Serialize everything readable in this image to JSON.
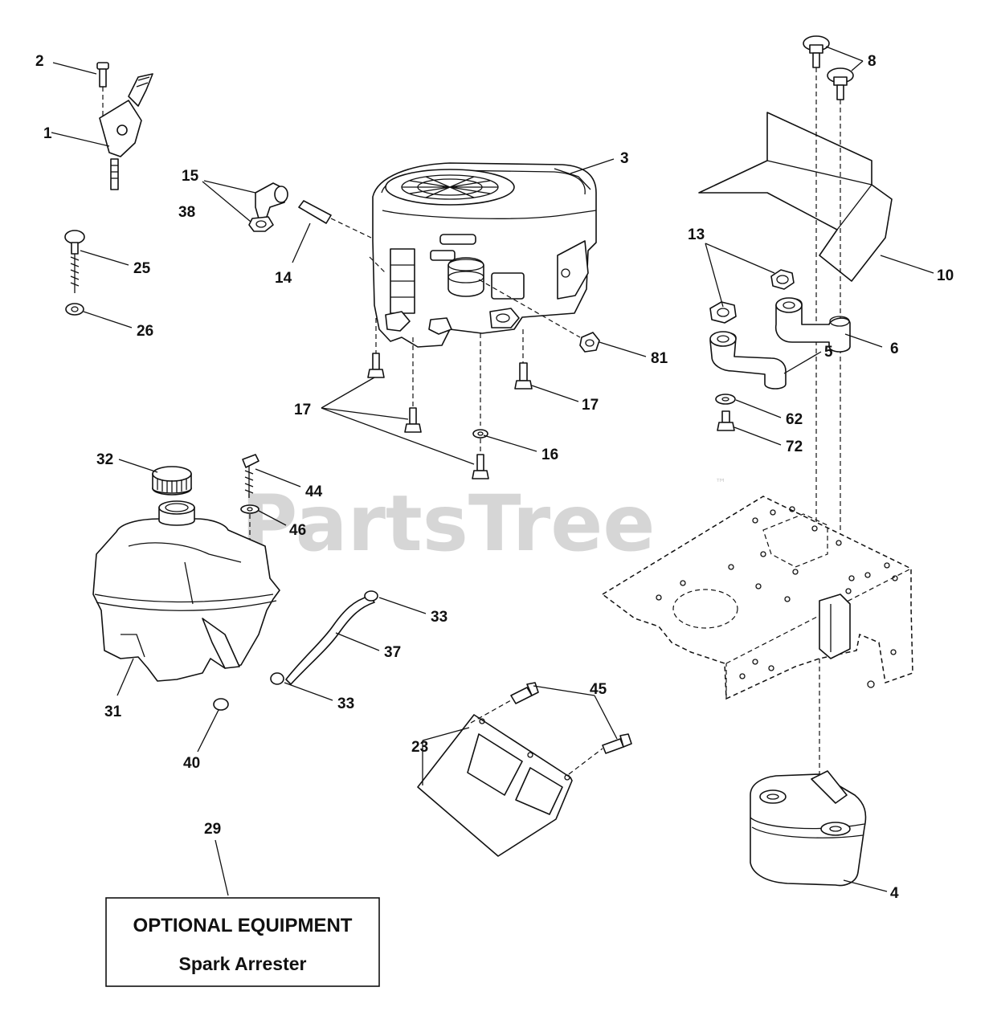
{
  "watermark": {
    "brand": "PartsTree",
    "trademark": "™"
  },
  "callouts": [
    {
      "id": "c1",
      "text": "1"
    },
    {
      "id": "c2",
      "text": "2"
    },
    {
      "id": "c3",
      "text": "3"
    },
    {
      "id": "c4",
      "text": "4"
    },
    {
      "id": "c5",
      "text": "5"
    },
    {
      "id": "c6",
      "text": "6"
    },
    {
      "id": "c8",
      "text": "8"
    },
    {
      "id": "c10",
      "text": "10"
    },
    {
      "id": "c13",
      "text": "13"
    },
    {
      "id": "c14",
      "text": "14"
    },
    {
      "id": "c15",
      "text": "15"
    },
    {
      "id": "c16",
      "text": "16"
    },
    {
      "id": "c17a",
      "text": "17"
    },
    {
      "id": "c17b",
      "text": "17"
    },
    {
      "id": "c23",
      "text": "23"
    },
    {
      "id": "c25",
      "text": "25"
    },
    {
      "id": "c26",
      "text": "26"
    },
    {
      "id": "c29",
      "text": "29"
    },
    {
      "id": "c31",
      "text": "31"
    },
    {
      "id": "c32",
      "text": "32"
    },
    {
      "id": "c33a",
      "text": "33"
    },
    {
      "id": "c33b",
      "text": "33"
    },
    {
      "id": "c37",
      "text": "37"
    },
    {
      "id": "c38",
      "text": "38"
    },
    {
      "id": "c40",
      "text": "40"
    },
    {
      "id": "c44",
      "text": "44"
    },
    {
      "id": "c45",
      "text": "45"
    },
    {
      "id": "c46",
      "text": "46"
    },
    {
      "id": "c62",
      "text": "62"
    },
    {
      "id": "c72",
      "text": "72"
    },
    {
      "id": "c81",
      "text": "81"
    }
  ],
  "optional_box": {
    "title": "OPTIONAL EQUIPMENT",
    "subtitle": "Spark Arrester"
  }
}
